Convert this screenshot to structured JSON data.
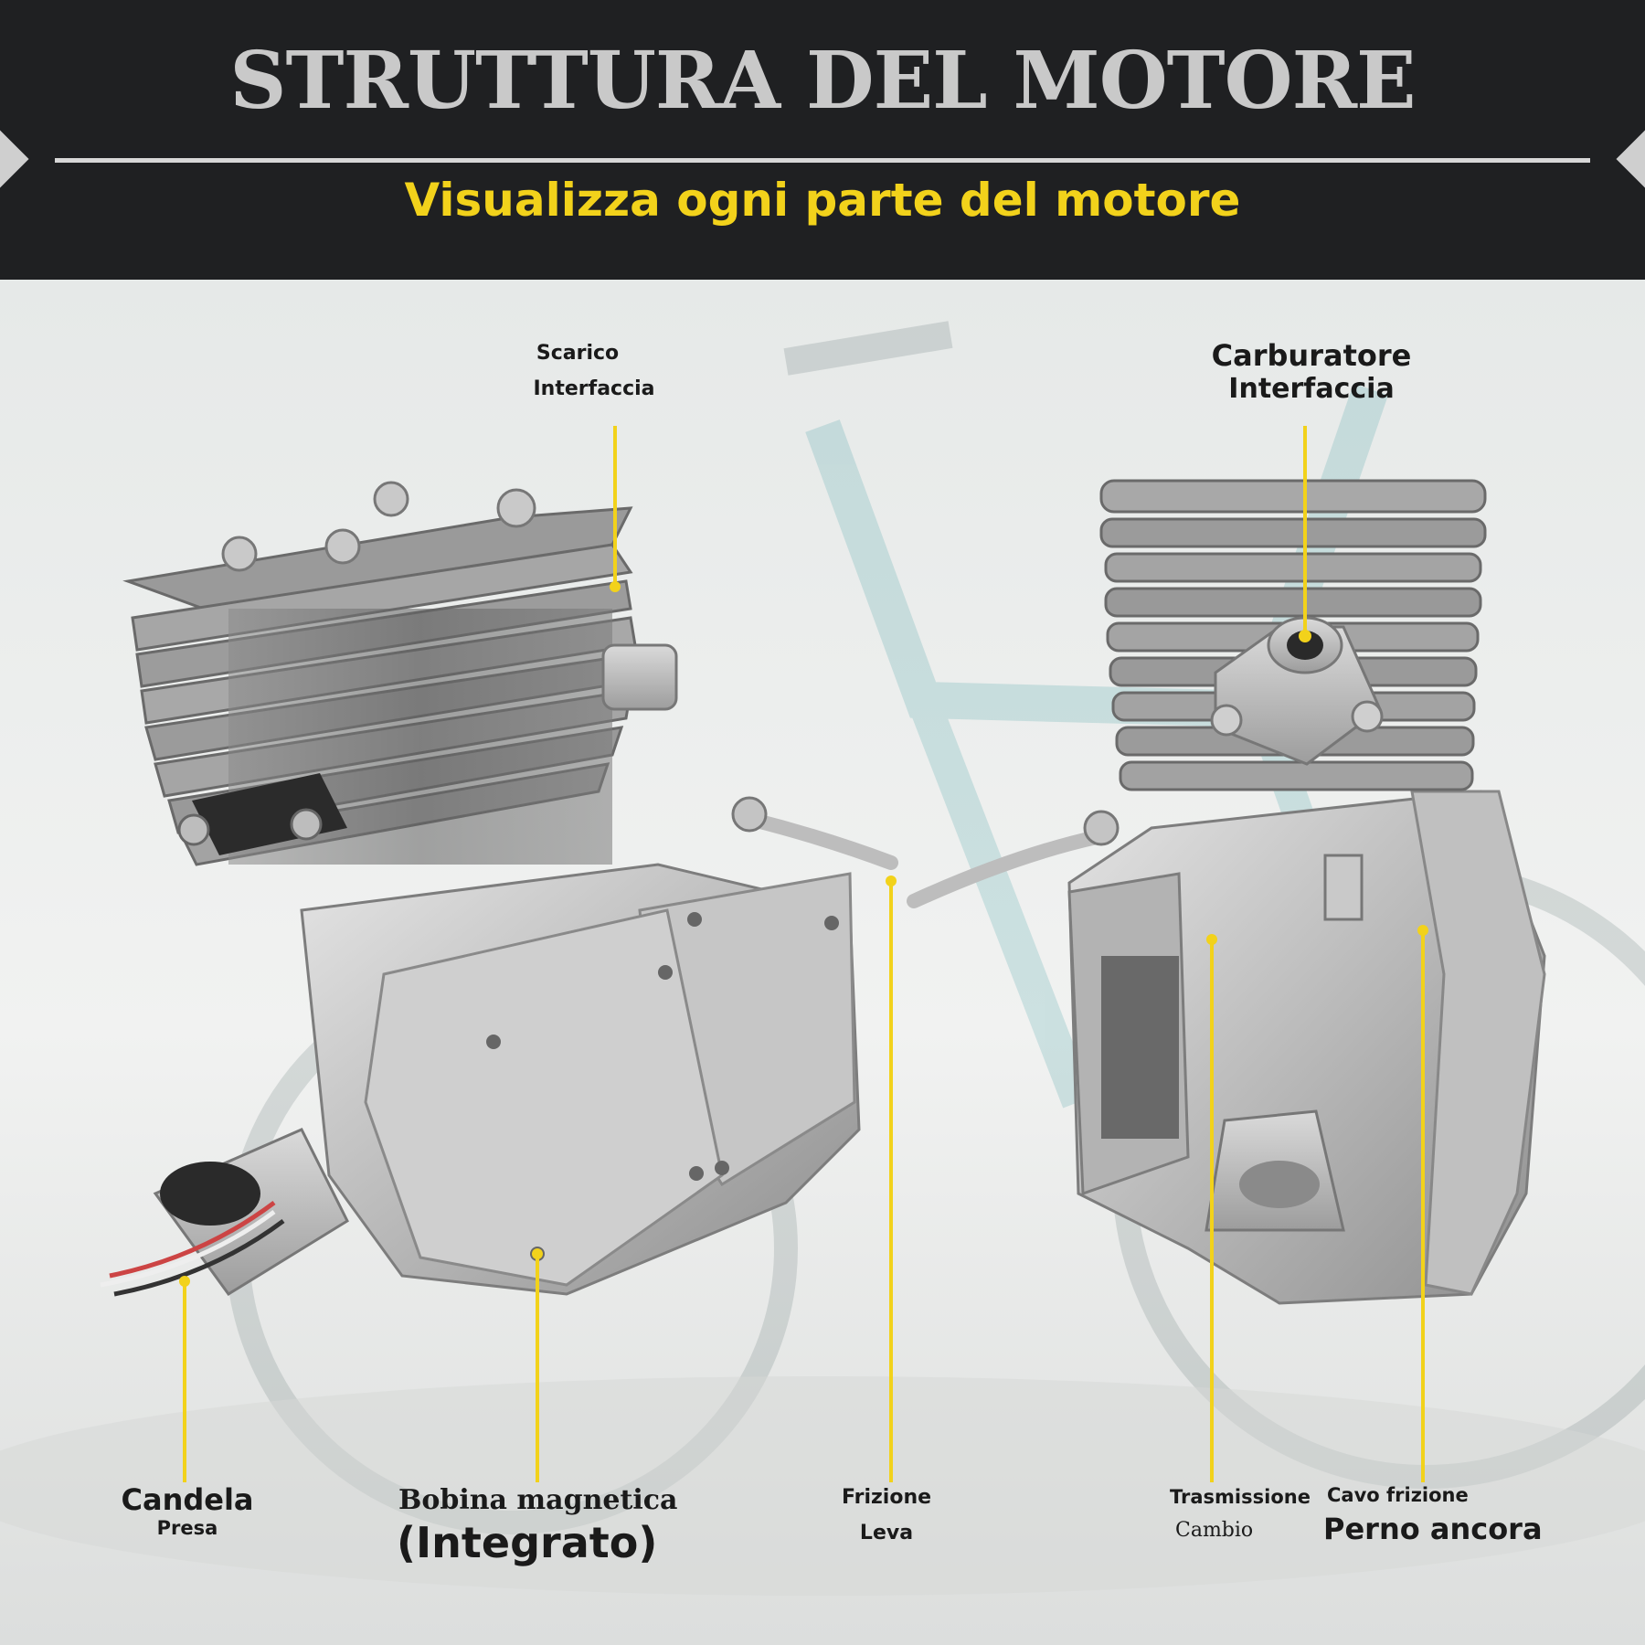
{
  "header": {
    "title": "STRUTTURA DEL MOTORE",
    "subtitle": "Visualizza ogni parte del motore"
  },
  "labels": {
    "scarico": {
      "line1": "Scarico",
      "line2": "Interfaccia"
    },
    "carburatore": {
      "line1": "Carburatore",
      "line2": "Interfaccia"
    },
    "candela": {
      "line1": "Candela",
      "line2": "Presa"
    },
    "bobina": {
      "line1": "Bobina magnetica",
      "line2": "(Integrato)"
    },
    "frizione_leva": {
      "line1": "Frizione",
      "line2": "Leva"
    },
    "trasmissione": {
      "line1": "Trasmissione",
      "line2": "Cambio"
    },
    "cavo_frizione": {
      "line1": "Cavo frizione",
      "line2": "Perno ancora"
    }
  },
  "colors": {
    "header_bg": "#1f2022",
    "title": "#c9c9c9",
    "subtitle": "#f2d21b",
    "callout_line": "#f2d21b",
    "label_text": "#1a1a1a"
  }
}
